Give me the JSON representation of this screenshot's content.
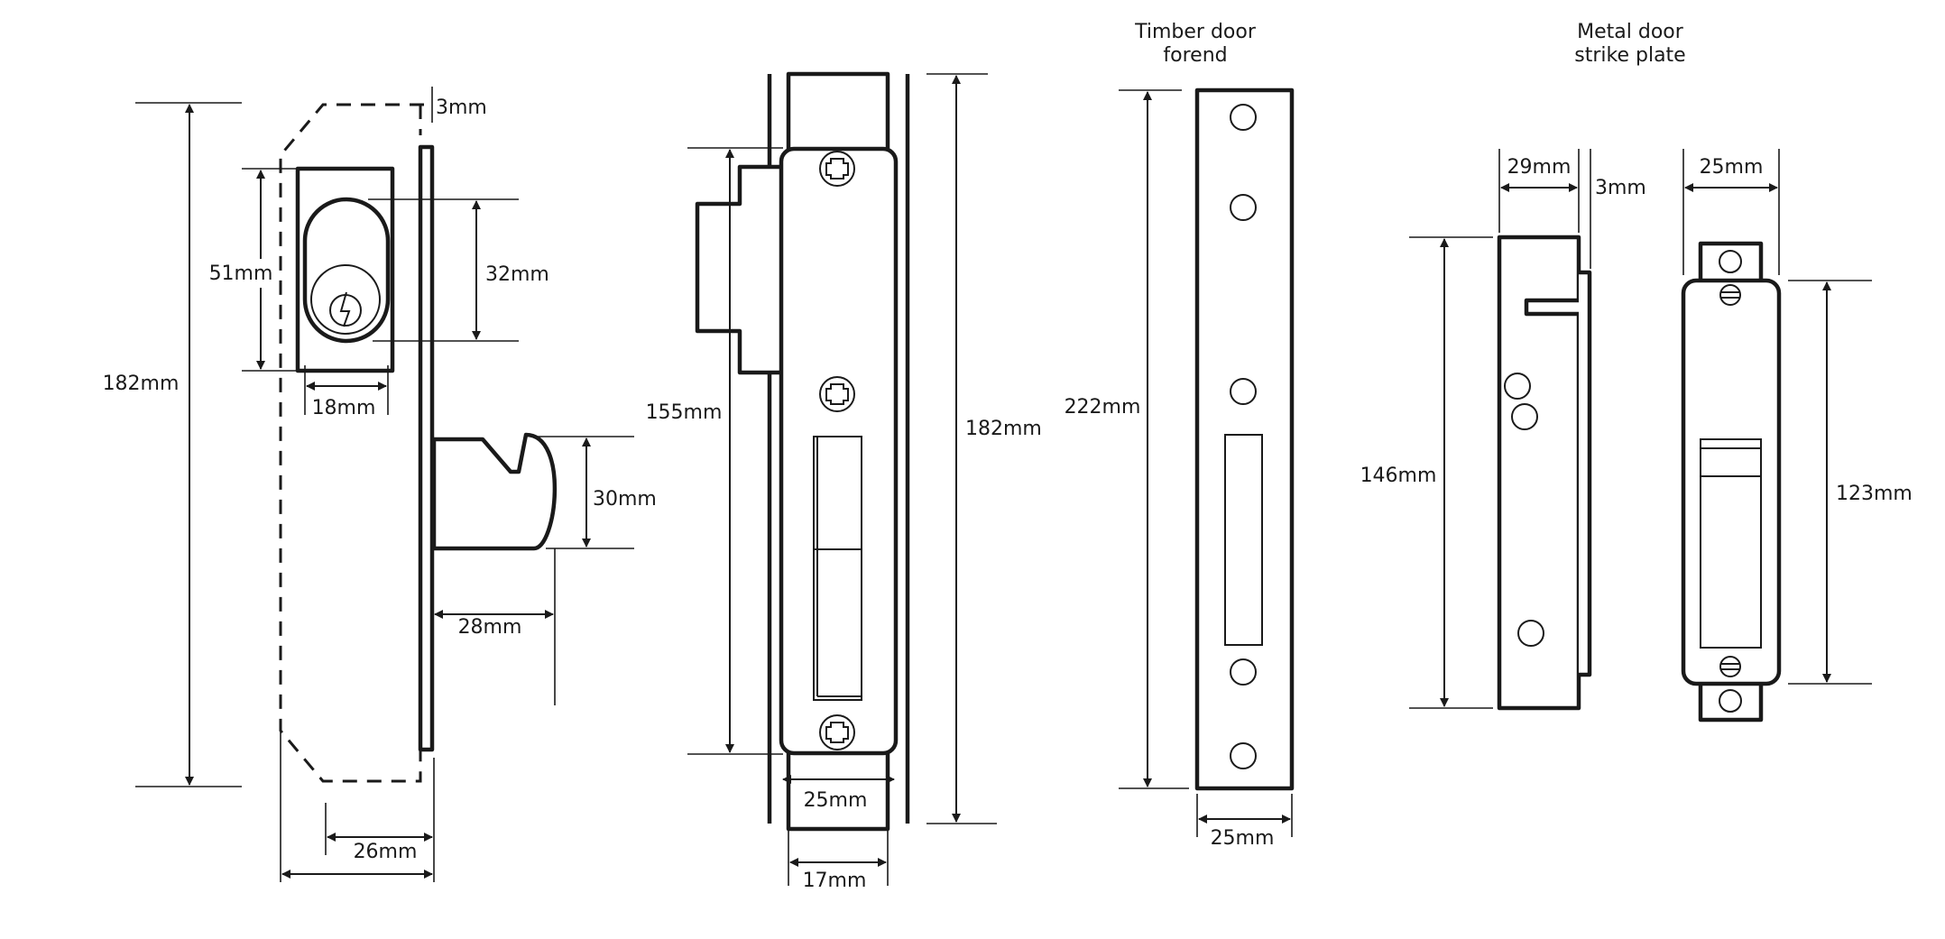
{
  "titles": {
    "timber_line1": "Timber door",
    "timber_line2": "forend",
    "metal_line1": "Metal door",
    "metal_line2": "strike plate"
  },
  "dimensions": {
    "lock_height": "182mm",
    "backplate_offset": "3mm",
    "cylinder_housing": "51mm",
    "cylinder_height": "32mm",
    "cylinder_width": "18mm",
    "hook_height": "30mm",
    "hook_throw": "28mm",
    "backset": "26mm",
    "slot_length": "155mm",
    "case_height": "182mm",
    "faceplate_width": "25mm",
    "body_width": "17mm",
    "forend_height": "222mm",
    "forend_width": "25mm",
    "strike_side_width": "29mm",
    "strike_lip": "3mm",
    "strike_side_height": "146mm",
    "strike_front_width": "25mm",
    "strike_front_height": "123mm"
  }
}
